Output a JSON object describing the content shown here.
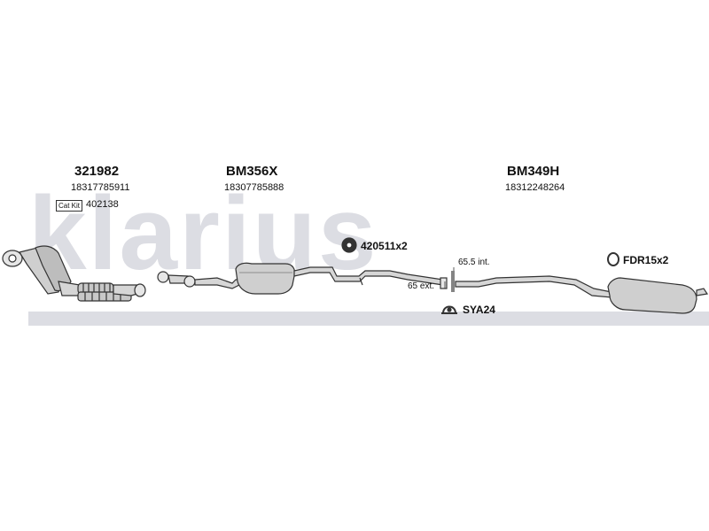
{
  "watermark": {
    "text": "klarius"
  },
  "parts": [
    {
      "code": "321982",
      "oem": "18317785911"
    },
    {
      "code": "BM356X",
      "oem": "18307785888"
    },
    {
      "code": "BM349H",
      "oem": "18312248264"
    }
  ],
  "cat_kit": {
    "badge": "Cat Kit",
    "code": "402138"
  },
  "accessories": {
    "mount1": "420511x2",
    "mount2": "FDR15x2",
    "clamp": "SYA24"
  },
  "dimensions": {
    "internal": "65.5 int.",
    "external": "65 ext."
  },
  "colors": {
    "watermark": "#dcdde3",
    "line": "#333333",
    "part_fill": "#d9d9d9"
  }
}
